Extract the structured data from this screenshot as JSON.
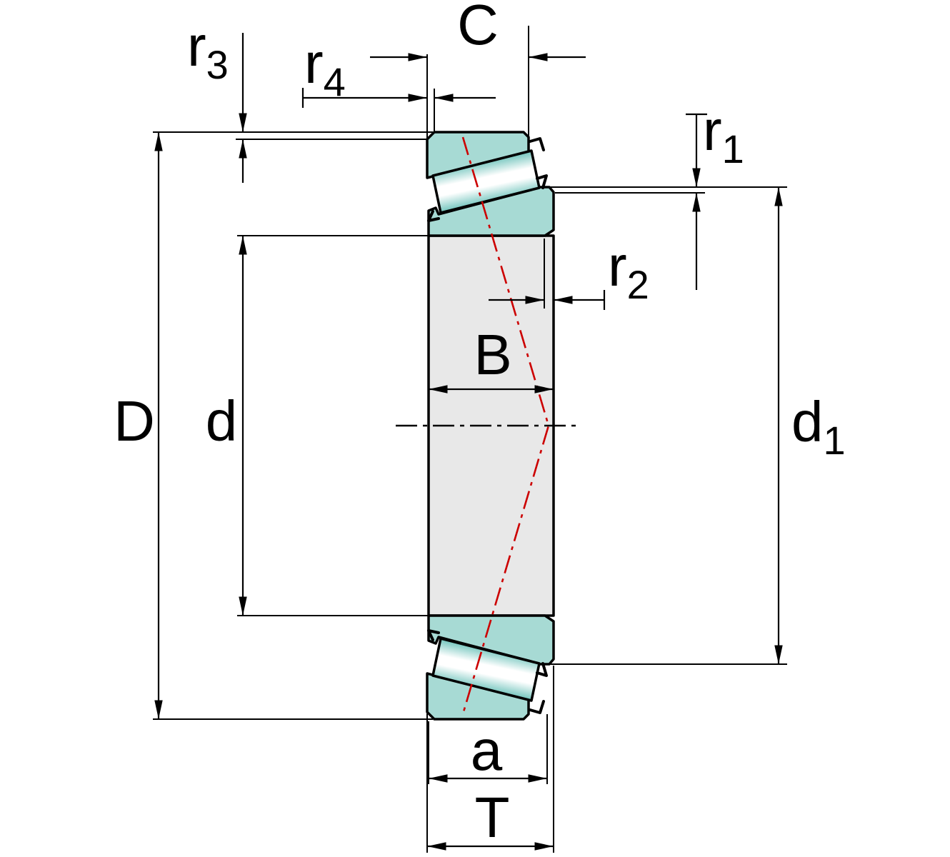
{
  "figure": {
    "type": "technical-dimension-drawing",
    "subject": "tapered-roller-bearing-cross-section"
  },
  "colors": {
    "background": "#ffffff",
    "ring_fill": "#a7dad4",
    "roller_edge": "#7fcac3",
    "roller_center": "#ffffff",
    "bore_fill": "#e8e8e8",
    "outline": "#000000",
    "dimension_line": "#000000",
    "pressure_line": "#cc0000"
  },
  "labels": {
    "C": {
      "base": "C"
    },
    "r4": {
      "base": "r",
      "sub": "4"
    },
    "r3": {
      "base": "r",
      "sub": "3"
    },
    "r1": {
      "base": "r",
      "sub": "1"
    },
    "r2": {
      "base": "r",
      "sub": "2"
    },
    "B": {
      "base": "B"
    },
    "D": {
      "base": "D"
    },
    "d": {
      "base": "d"
    },
    "d1": {
      "base": "d",
      "sub": "1"
    },
    "a": {
      "base": "a"
    },
    "T": {
      "base": "T"
    }
  }
}
